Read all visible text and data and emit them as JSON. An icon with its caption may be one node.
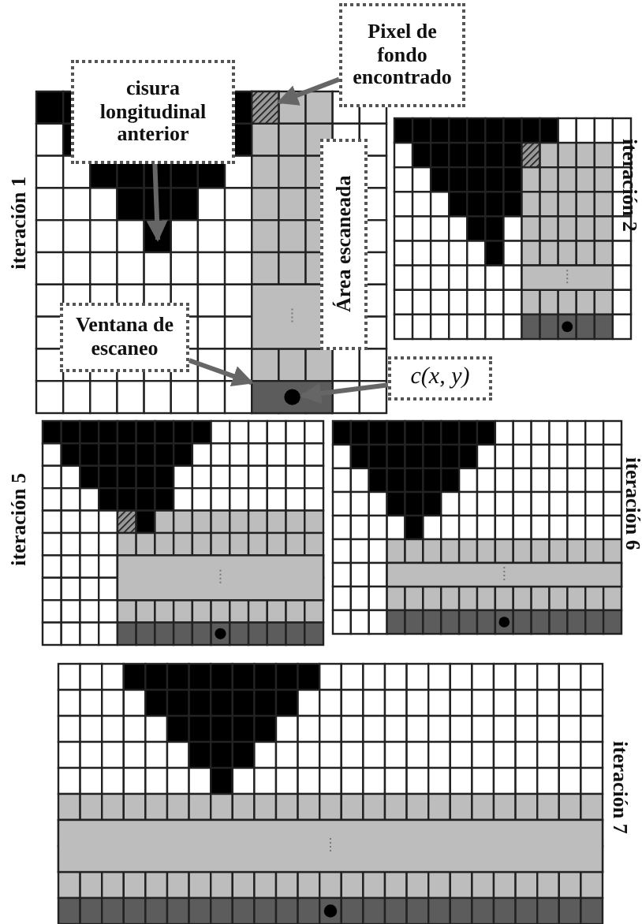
{
  "diagram": {
    "nodes": [
      {
        "text": [
          "cisura longitudinal anterior"
        ]
      },
      {
        "text": [
          "Pixel de fondo encontrado"
        ]
      },
      {
        "text": [
          "Ventana de escaneo"
        ]
      },
      {
        "text": [
          "c(x, y)"
        ]
      },
      {
        "text": [],
        "shape": "box"
      },
      {
        "text": [],
        "shape": "bar"
      },
      {
        "text": [],
        "shape": "circle",
        "in": 5
      }
    ],
    "edges": [
      {
        "from": 0,
        "to": null,
        "arrow": "to"
      },
      {
        "from": 1,
        "to": 4,
        "arrow": "to"
      },
      {
        "from": 2,
        "to": 5,
        "arrow": "to"
      },
      {
        "from": 3,
        "to": 6,
        "arrow": "to"
      }
    ],
    "labels": [
      "iteración 1",
      "Área escaneada",
      "iteración 2",
      "iteración 5",
      "iteración 6",
      "iteración 7"
    ]
  }
}
